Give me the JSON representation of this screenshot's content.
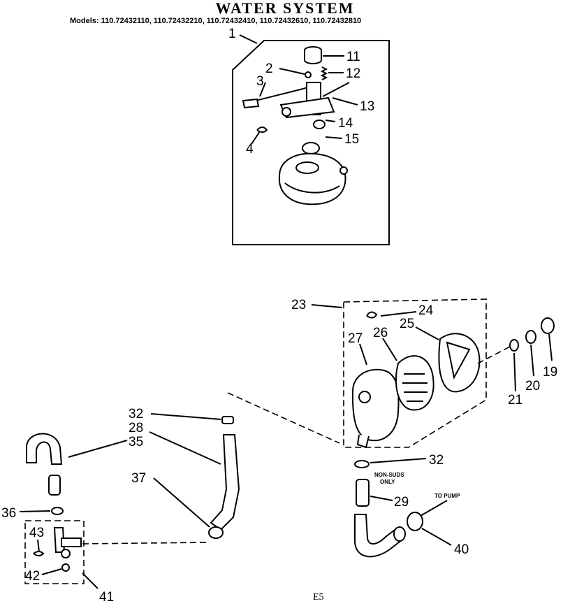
{
  "title": "WATER SYSTEM",
  "models": "Models: 110.72432110, 110.72432210, 110.72432410, 110.72432610, 110.72432810",
  "page_code": "E5",
  "notes": {
    "non_suds": "NON-SUDS",
    "only": "ONLY",
    "to_pump": "TO PUMP"
  },
  "callouts": {
    "c1": "1",
    "c2": "2",
    "c3": "3",
    "c4": "4",
    "c11": "11",
    "c12": "12",
    "c13": "13",
    "c14": "14",
    "c15": "15",
    "c19": "19",
    "c20": "20",
    "c21": "21",
    "c23": "23",
    "c24": "24",
    "c25": "25",
    "c26": "26",
    "c27": "27",
    "c28": "28",
    "c29": "29",
    "c32a": "32",
    "c32b": "32",
    "c35": "35",
    "c36": "36",
    "c37": "37",
    "c40": "40",
    "c41": "41",
    "c42": "42",
    "c43": "43"
  }
}
